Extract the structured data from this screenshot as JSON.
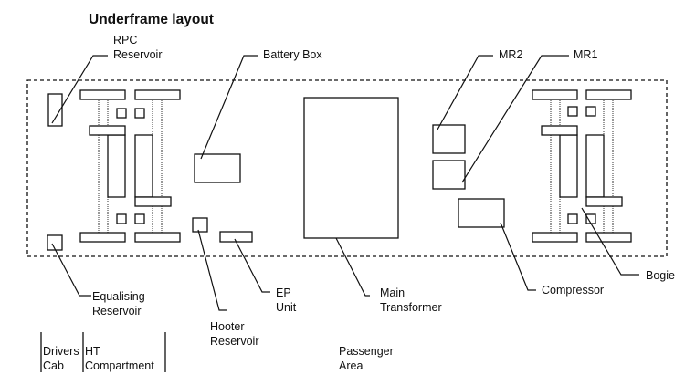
{
  "title": "Underframe layout",
  "labels": {
    "rpc_reservoir": [
      "RPC",
      "Reservoir"
    ],
    "battery_box": [
      "Battery Box"
    ],
    "mr2": [
      "MR2"
    ],
    "mr1": [
      "MR1"
    ],
    "equalising_reservoir": [
      "Equalising",
      "Reservoir"
    ],
    "hooter_reservoir": [
      "Hooter",
      "Reservoir"
    ],
    "ep_unit": [
      "EP",
      "Unit"
    ],
    "main_transformer": [
      "Main",
      "Transformer"
    ],
    "compressor": [
      "Compressor"
    ],
    "bogie": [
      "Bogie"
    ]
  },
  "sections": {
    "drivers_cab": [
      "Drivers",
      "Cab"
    ],
    "ht_compartment": [
      "HT",
      "Compartment"
    ],
    "passenger_area": [
      "Passenger",
      "Area"
    ]
  }
}
